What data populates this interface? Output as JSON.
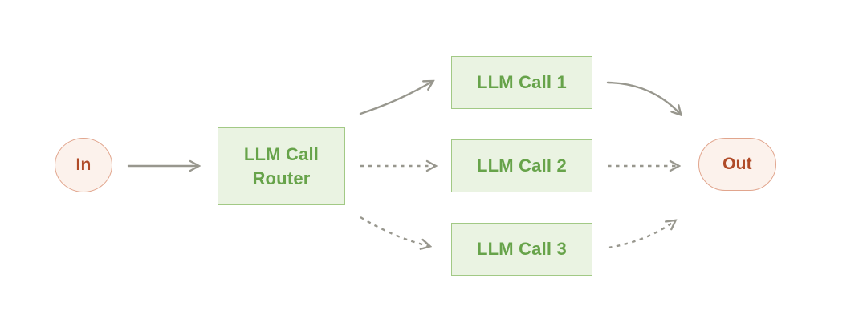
{
  "diagram": {
    "nodes": {
      "input": {
        "label": "In",
        "shape": "ellipse"
      },
      "router": {
        "label": "LLM Call Router",
        "shape": "rectangle"
      },
      "call1": {
        "label": "LLM Call 1",
        "shape": "rectangle"
      },
      "call2": {
        "label": "LLM Call 2",
        "shape": "rectangle"
      },
      "call3": {
        "label": "LLM Call 3",
        "shape": "rectangle"
      },
      "output": {
        "label": "Out",
        "shape": "pill"
      }
    },
    "edges": [
      {
        "from": "In",
        "to": "LLM Call Router",
        "style": "solid"
      },
      {
        "from": "LLM Call Router",
        "to": "LLM Call 1",
        "style": "solid"
      },
      {
        "from": "LLM Call Router",
        "to": "LLM Call 2",
        "style": "dashed"
      },
      {
        "from": "LLM Call Router",
        "to": "LLM Call 3",
        "style": "dashed"
      },
      {
        "from": "LLM Call 1",
        "to": "Out",
        "style": "solid"
      },
      {
        "from": "LLM Call 2",
        "to": "Out",
        "style": "dashed"
      },
      {
        "from": "LLM Call 3",
        "to": "Out",
        "style": "dashed"
      }
    ],
    "colors": {
      "background": "#ffffff",
      "process_fill": "#eaf3e2",
      "process_border": "#a2c985",
      "process_text": "#67a34a",
      "terminal_fill": "#fcf2ec",
      "terminal_border": "#e1a58d",
      "terminal_text": "#b04b28",
      "arrow": "#98978e"
    }
  }
}
